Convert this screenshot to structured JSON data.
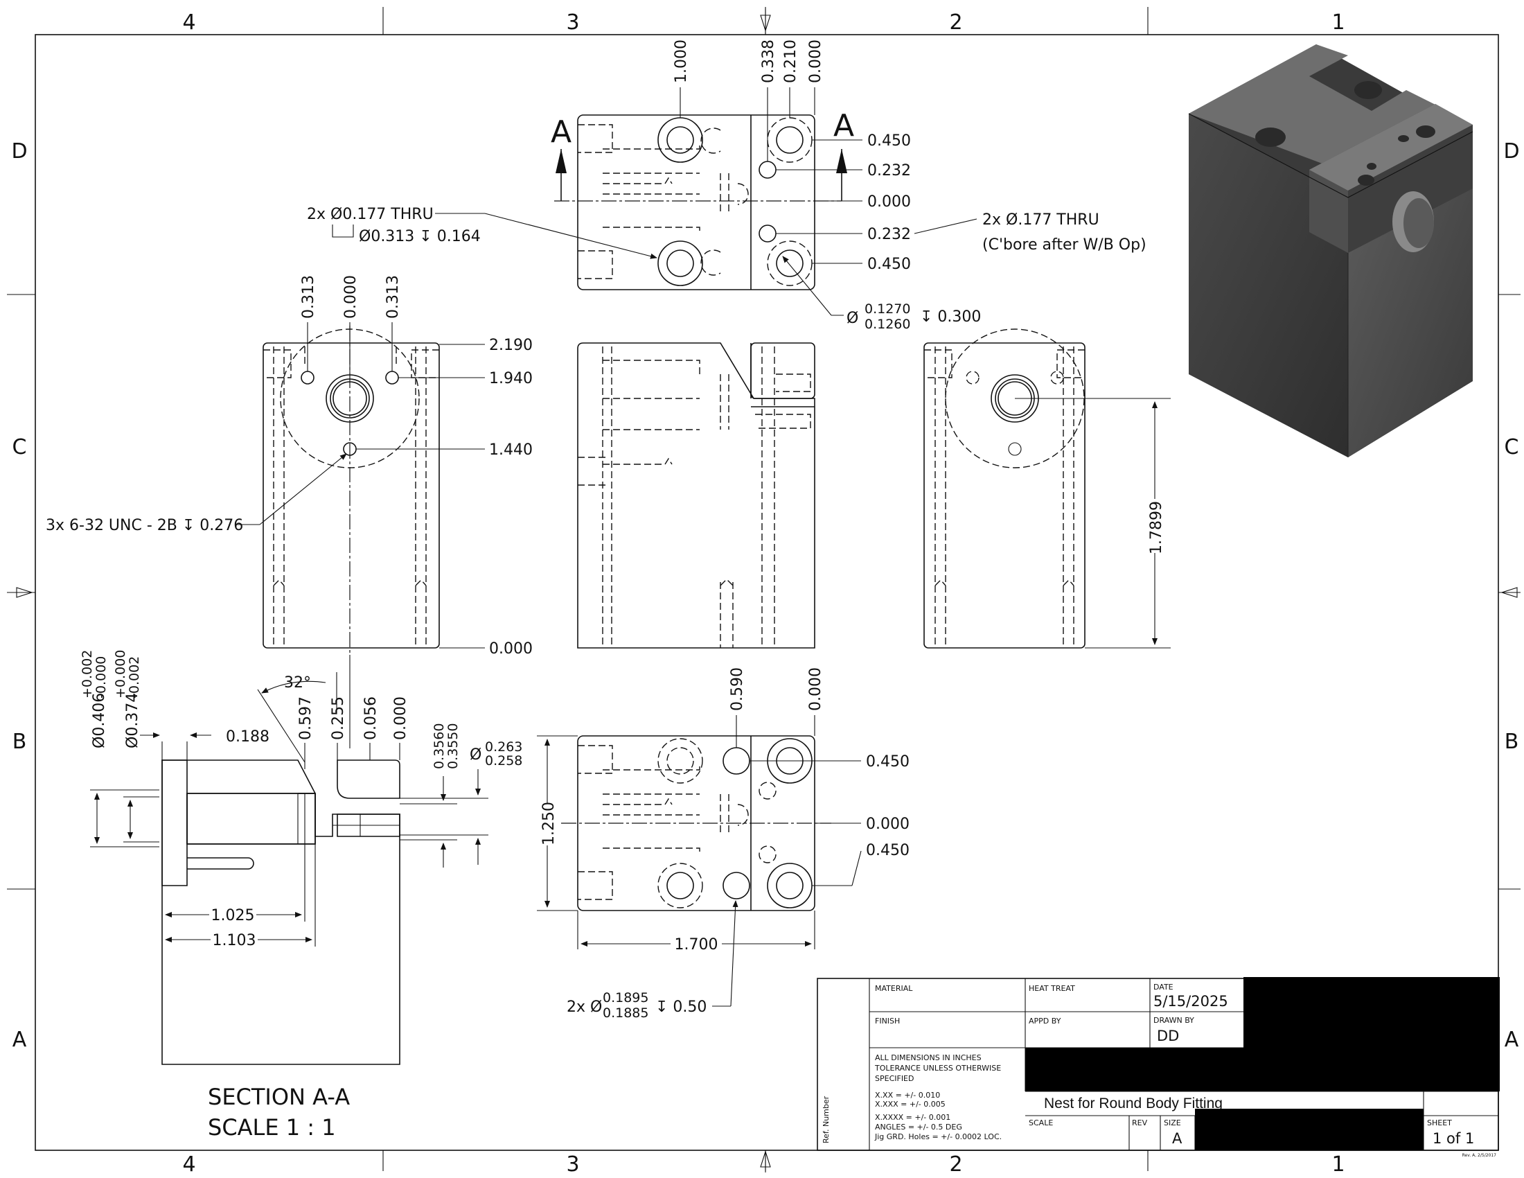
{
  "zones": {
    "cols_top": [
      "4",
      "3",
      "2",
      "1"
    ],
    "cols_bottom": [
      "4",
      "3",
      "2",
      "1"
    ],
    "rows_left": [
      "D",
      "C",
      "B",
      "A"
    ],
    "rows_right": [
      "D",
      "C",
      "B",
      "A"
    ]
  },
  "top_view": {
    "section_letter_left": "A",
    "section_letter_right": "A",
    "x_dims": [
      "1.000",
      "0.338",
      "0.210",
      "0.000"
    ],
    "y_dims": [
      "0.450",
      "0.232",
      "0.000",
      "0.232",
      "0.450"
    ],
    "callout_left_line1": "2x Ø0.177 THRU",
    "callout_left_line2": "Ø0.313 ↧ 0.164",
    "callout_right_line1": "2x Ø.177 THRU",
    "callout_right_line2": "(C'bore after W/B Op)",
    "ream_symbol": "Ø",
    "ream_upper": "0.1270",
    "ream_lower": "0.1260",
    "ream_depth": "↧ 0.300"
  },
  "front_view": {
    "x_dims": [
      "0.313",
      "0.000",
      "0.313"
    ],
    "y_dims": [
      "2.190",
      "1.940",
      "1.440",
      "0.000"
    ],
    "callout_tap": "3x 6-32 UNC - 2B ↧ 0.276"
  },
  "right_view": {
    "height_dim": "1.7899"
  },
  "bottom_view": {
    "x_dims": [
      "0.590",
      "0.000"
    ],
    "y_dims": [
      "0.450",
      "0.000",
      "0.450"
    ],
    "height_dim": "1.250",
    "width_dim": "1.700",
    "callout_prefix": "2x Ø",
    "callout_upper": "0.1895",
    "callout_lower": "0.1885",
    "callout_depth": "↧ 0.50"
  },
  "section": {
    "dia1_main": "Ø0.406",
    "dia1_tol_up": "+0.002",
    "dia1_tol_dn": "-0.000",
    "dia2_main": "Ø0.374",
    "dia2_tol_up": "+0.000",
    "dia2_tol_dn": "-0.002",
    "dim_0188": "0.188",
    "angle": "32°",
    "x_dims": [
      "0.597",
      "0.255",
      "0.056",
      "0.000"
    ],
    "dim_upper": "0.3560",
    "dim_lower": "0.3550",
    "dia3_prefix": "Ø",
    "dia3_upper": "0.263",
    "dia3_lower": "0.258",
    "dim_1025": "1.025",
    "dim_1103": "1.103",
    "title": "SECTION A-A",
    "scale": "SCALE 1 : 1"
  },
  "title_block": {
    "material_label": "MATERIAL",
    "heat_treat_label": "HEAT TREAT",
    "date_label": "DATE",
    "date_value": "5/15/2025",
    "finish_label": "FINISH",
    "appd_label": "APPD BY",
    "drawn_label": "DRAWN BY",
    "drawn_value": "DD",
    "tol_line1": "ALL DIMENSIONS IN INCHES",
    "tol_line2": "TOLERANCE UNLESS OTHERWISE",
    "tol_line3": "SPECIFIED",
    "tol_line4": "X.XX    = +/- 0.010",
    "tol_line5": "X.XXX   = +/- 0.005",
    "tol_line6": "X.XXXX  = +/- 0.001",
    "tol_line7": "ANGLES = +/- 0.5 DEG",
    "tol_line8": "Jig GRD. Holes = +/- 0.0002 LOC.",
    "ref_label": "Ref. Number",
    "part_title": "Nest for Round Body Fitting",
    "scale_label": "SCALE",
    "rev_label": "REV",
    "size_label": "SIZE",
    "size_value": "A",
    "sheet_label": "SHEET",
    "sheet_value": "1  of  1",
    "rev_note": "Rev. A, 2/5/2017"
  },
  "colors": {
    "ink": "#111111",
    "redaction": "#000000",
    "iso_dark": "#3c3c3c",
    "iso_mid": "#5a5a5a",
    "iso_light": "#7c7c7c"
  }
}
